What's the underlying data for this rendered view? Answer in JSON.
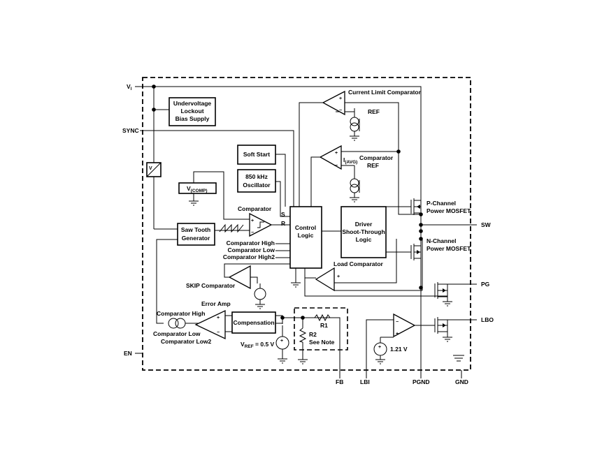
{
  "pins": {
    "vi_main": "V",
    "vi_sub": "I",
    "sync": "SYNC",
    "en": "EN",
    "sw": "SW",
    "pg": "PG",
    "lbo": "LBO",
    "fb": "FB",
    "lbi": "LBI",
    "pgnd": "PGND",
    "gnd": "GND"
  },
  "blocks": {
    "uvlo": [
      "Undervoltage",
      "Lockout",
      "Bias Supply"
    ],
    "soft_start": "Soft Start",
    "oscillator": [
      "850 kHz",
      "Oscillator"
    ],
    "vcomp_main": "V",
    "vcomp_sub": "(COMP)",
    "saw_tooth": [
      "Saw Tooth",
      "Generator"
    ],
    "control_logic": [
      "Control",
      "Logic"
    ],
    "driver": [
      "Driver",
      "Shoot-Through",
      "Logic"
    ],
    "compensation": "Compensation",
    "vi_box": "V/I"
  },
  "labels": {
    "current_limit_comparator": "Current Limit Comparator",
    "ref1": "REF",
    "iavg_main": "I",
    "iavg_sub": "(AVG)",
    "comparator_ref": "Comparator",
    "ref2": "REF",
    "comparator": "Comparator",
    "s_input": "S",
    "r_input": "R",
    "comp_high_in": "Comparator High",
    "comp_low_in": "Comparator Low",
    "comp_high2_in": "Comparator High2",
    "load_comparator": "Load Comparator",
    "skip_comparator": "SKIP Comparator",
    "error_amp": "Error Amp",
    "comp_high_out": "Comparator High",
    "comp_low_out": "Comparator Low",
    "comp_low2_out": "Comparator Low2",
    "vref_main": "V",
    "vref_sub": "REF",
    "vref_value": " = 0.5 V",
    "r1": "R1",
    "r2": "R2",
    "see_note": "See Note",
    "v121": "1.21 V",
    "pch_line1": "P-Channel",
    "pch_line2": "Power MOSFET",
    "nch_line1": "N-Channel",
    "nch_line2": "Power MOSFET",
    "plus": "+",
    "minus": "−"
  }
}
